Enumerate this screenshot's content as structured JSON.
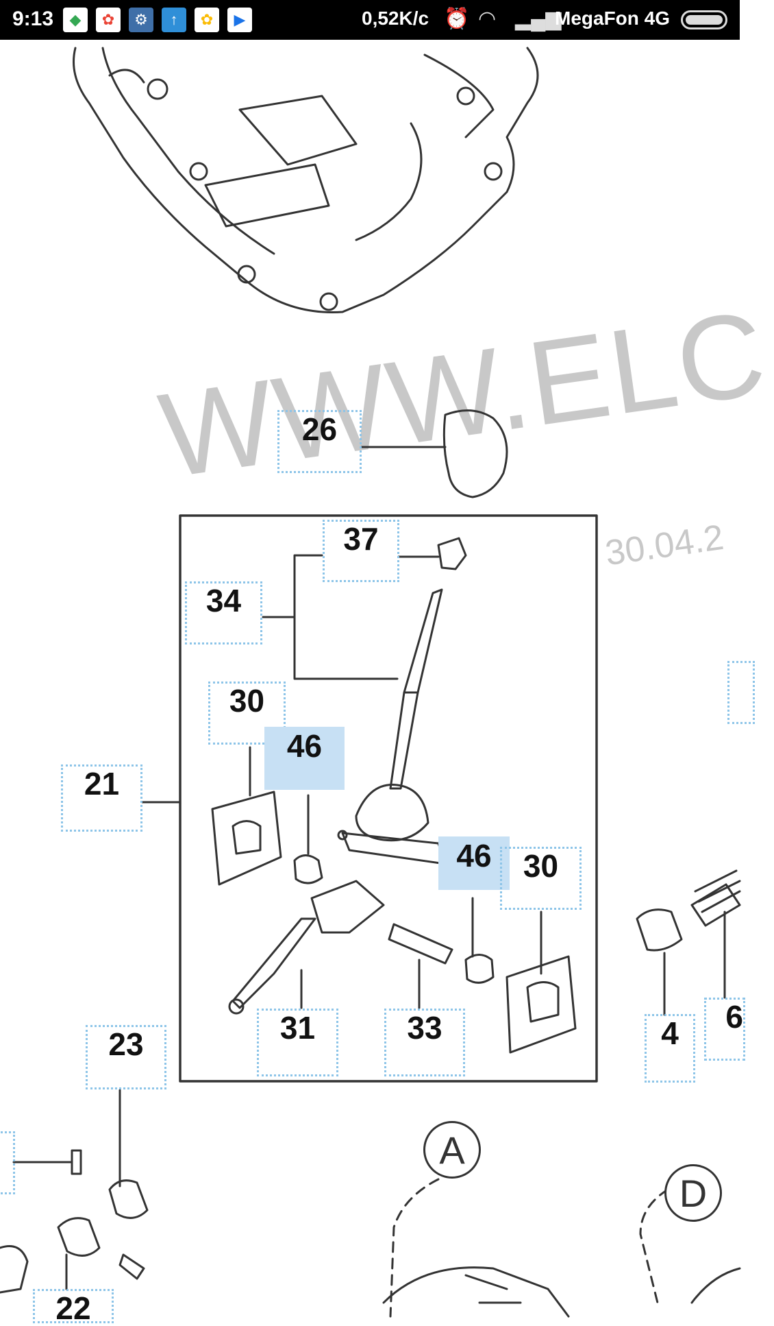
{
  "status_bar": {
    "time": "9:13",
    "app_icons": [
      "maps-icon",
      "photos-icon",
      "settings-icon",
      "upload-icon",
      "photos-icon",
      "play-store-icon"
    ],
    "net_speed": "0,52K/c",
    "carrier": "MegaFon 4G"
  },
  "diagram": {
    "watermark_text": "WWW.ELC",
    "watermark_date": "30.04.2",
    "callouts": {
      "c26": "26",
      "c37": "37",
      "c34": "34",
      "c30a": "30",
      "c46a": "46",
      "c21": "21",
      "c46b": "46",
      "c30b": "30",
      "c31": "31",
      "c33": "33",
      "c23": "23",
      "c4": "4",
      "c6": "6",
      "c22": "22"
    },
    "letters": {
      "a": "A",
      "d": "D"
    }
  }
}
